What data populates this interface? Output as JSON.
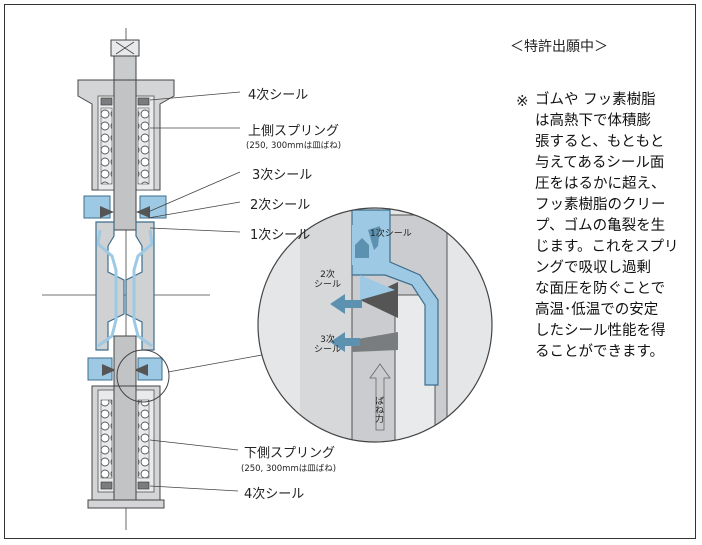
{
  "patent": "＜特許出願中＞",
  "labels": {
    "seal4_top": "4次シール",
    "upper_spring": "上側スプリング",
    "upper_spring_note": "(250, 300mmは皿ばね)",
    "seal3": "3次シール",
    "seal2": "2次シール",
    "seal1": "1次シール",
    "lower_spring": "下側スプリング",
    "lower_spring_note": "(250, 300mmは皿ばね)",
    "seal4_bottom": "4次シール"
  },
  "detail": {
    "seal1": "1次シール",
    "seal2": "2次\nシール",
    "seal3": "3次\nシール",
    "spring_force": "ばね力"
  },
  "note": {
    "mark": "※",
    "text": "ゴムや フッ素樹脂\nは高熱下で体積膨\n張すると、もともと\n与えてあるシール面\n圧をはるかに超え、\nフッ素樹脂のクリー\nプ、ゴムの亀裂を生\nじます。これをスプリ\nングで吸収し過剰\nな面圧を防ぐことで\n高温･低温での安定\nしたシール性能を得\nることができます。"
  },
  "colors": {
    "seal_blue": "#9ec9e4",
    "arrow_blue": "#5c91b0",
    "metal_gray": "#d0d2d4",
    "dark_gray": "#7a7d80"
  }
}
